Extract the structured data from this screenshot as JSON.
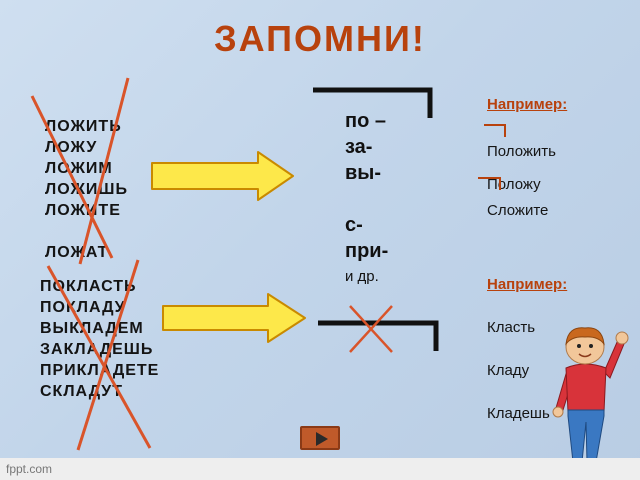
{
  "title": "ЗАПОМНИ!",
  "group1": {
    "words": [
      "ЛОЖИТЬ",
      "ЛОЖУ",
      "ЛОЖИМ",
      "ЛОЖИШЬ",
      "ЛОЖИТЕ",
      "",
      "ЛОЖАТ"
    ]
  },
  "group2": {
    "words": [
      "ПОКЛАСТЬ",
      "ПОКЛАДУ",
      "ВЫКЛАДЕМ",
      "ЗАКЛАДЕШЬ",
      "ПРИКЛАДЕТЕ",
      "СКЛАДУТ"
    ]
  },
  "prefixes": {
    "items": [
      "по –",
      "за-",
      "вы-",
      "",
      "с-",
      "при-"
    ],
    "etc": "и др."
  },
  "examples1": {
    "heading": "Например:",
    "items": [
      "Положить",
      "Положу",
      "Сложите"
    ]
  },
  "examples2": {
    "heading": "Например:",
    "items": [
      "Класть",
      "Кладу",
      "Кладешь"
    ]
  },
  "footer": {
    "logo": "fppt.com"
  },
  "colors": {
    "title": "#b8420d",
    "arrow_fill": "#fde84a",
    "arrow_stroke": "#c98a00",
    "cross": "#d9542a"
  }
}
